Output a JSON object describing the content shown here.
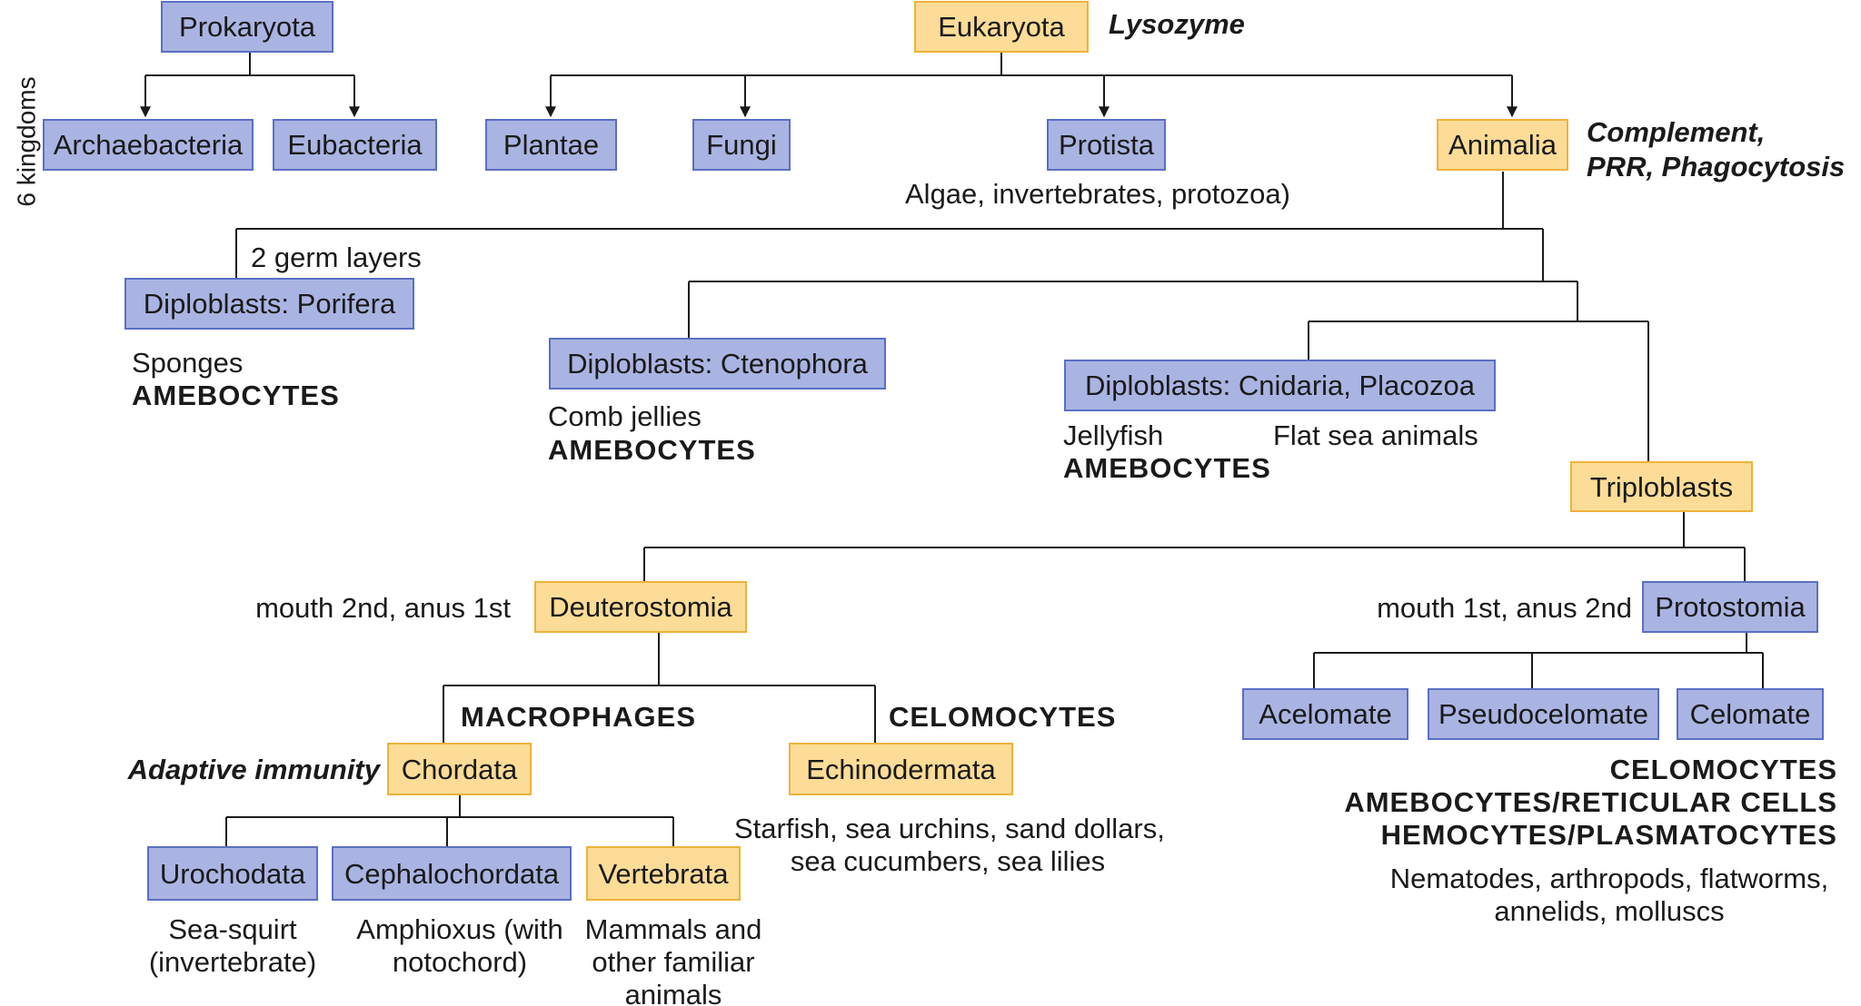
{
  "colors": {
    "blue_fill": "#aab4e2",
    "blue_border": "#5a6fc4",
    "yellow_fill": "#fcdc96",
    "yellow_border": "#eeb23a",
    "line": "#1a1a1a"
  },
  "side_label": "6 kingdoms",
  "nodes": {
    "prokaryota": "Prokaryota",
    "eukaryota": "Eukaryota",
    "archaebacteria": "Archaebacteria",
    "eubacteria": "Eubacteria",
    "plantae": "Plantae",
    "fungi": "Fungi",
    "protista": "Protista",
    "animalia": "Animalia",
    "porifera": "Diploblasts: Porifera",
    "ctenophora": "Diploblasts: Ctenophora",
    "cnidaria": "Diploblasts: Cnidaria, Placozoa",
    "triploblasts": "Triploblasts",
    "deuterostomia": "Deuterostomia",
    "protostomia": "Protostomia",
    "chordata": "Chordata",
    "echinodermata": "Echinodermata",
    "acelomate": "Acelomate",
    "pseudocelomate": "Pseudocelomate",
    "celomate": "Celomate",
    "urochodata": "Urochodata",
    "cephalochordata": "Cephalochordata",
    "vertebrata": "Vertebrata"
  },
  "immunity": {
    "lysozyme": "Lysozyme",
    "animalia_1": "Complement,",
    "animalia_2": "PRR, Phagocytosis",
    "amebocytes_porifera": "AMEBOCYTES",
    "amebocytes_ctenophora": "AMEBOCYTES",
    "amebocytes_cnidaria": "AMEBOCYTES",
    "macrophages": "MACROPHAGES",
    "celomocytes_echino": "CELOMOCYTES",
    "adaptive": "Adaptive immunity",
    "proto_1": "CELOMOCYTES",
    "proto_2": "AMEBOCYTES/RETICULAR CELLS",
    "proto_3": "HEMOCYTES/PLASMATOCYTES"
  },
  "notes": {
    "protista": "Algae, invertebrates, protozoa)",
    "germ_layers": "2 germ layers",
    "sponges": "Sponges",
    "comb_jellies": "Comb jellies",
    "jellyfish": "Jellyfish",
    "flat_sea": "Flat sea animals",
    "deutero": "mouth 2nd, anus 1st",
    "proto": "mouth 1st, anus 2nd",
    "echino_1": "Starfish, sea urchins, sand dollars,",
    "echino_2": "sea cucumbers, sea lilies",
    "protostome_1": "Nematodes, arthropods, flatworms,",
    "protostome_2": "annelids, molluscs",
    "uro_1": "Sea-squirt",
    "uro_2": "(invertebrate)",
    "ceph_1": "Amphioxus (with",
    "ceph_2": "notochord)",
    "vert_1": "Mammals and",
    "vert_2": "other familiar",
    "vert_3": "animals"
  }
}
